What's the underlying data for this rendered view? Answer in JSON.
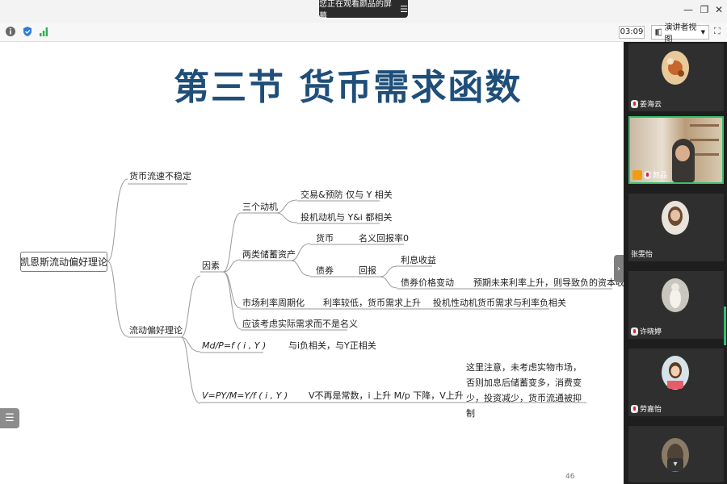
{
  "top_bar": {
    "share_notice": "您正在观看颜品的屏幕",
    "menu_icon": "menu-lines-icon",
    "window_controls": [
      "minimize-icon",
      "restore-icon",
      "close-icon"
    ]
  },
  "toolbar": {
    "left_icons": [
      "info-icon",
      "shield-icon",
      "signal-icon"
    ],
    "timer": "03:09",
    "view_label": "演讲者视图",
    "fullscreen_icon": "fullscreen-icon"
  },
  "slide": {
    "title": "第三节  货币需求函数",
    "page_number": "46",
    "title_color": "#1f4e79",
    "mindmap": {
      "root": "凯恩斯流动偏好理论",
      "branch_unstable": "货币流速不稳定",
      "branch_liquidity": "流动偏好理论",
      "factors": "因素",
      "three_motives": "三个动机",
      "motive_transaction": "交易&预防 仅与 Y 相关",
      "motive_speculative": "投机动机与 Y&i 都相关",
      "two_assets": "两类储蓄资产",
      "money": "货币",
      "money_return": "名义回报率0",
      "bond": "债券",
      "return": "回报",
      "interest_income": "利息收益",
      "bond_price_change": "债券价格变动",
      "bond_price_note": "预期未来利率上升，则导致负的资本收益",
      "rate_mean_reversion": "市场利率周期化",
      "low_rate": "利率较低，货币需求上升",
      "speculative_money_demand": "投机性动机货币需求与利率负相关",
      "real_demand": "应该考虑实际需求而不是名义",
      "md_formula": "Md/P=f ( i , Y )",
      "md_relation": "与i负相关，与Y正相关",
      "v_formula": "V=PY/M=Y/f ( i , Y )",
      "v_relation": "V不再是常数，i 上升 M/p 下降，V上升",
      "v_note": "这里注意，未考虑实物市场，否则加息后储蓄变多，消费变少，投资减少，货币流通被抑制"
    }
  },
  "participants": [
    {
      "name": "姜海云",
      "muted": true
    },
    {
      "name": "颜品",
      "muted": true,
      "host": true,
      "active": true
    },
    {
      "name": "张雯怡",
      "muted": false
    },
    {
      "name": "许晓婷",
      "muted": true
    },
    {
      "name": "劳嘉怡",
      "muted": true
    },
    {
      "name": "",
      "muted": false
    }
  ],
  "colors": {
    "active_border": "#35c06b",
    "panel_bg": "#1e1e1e"
  }
}
